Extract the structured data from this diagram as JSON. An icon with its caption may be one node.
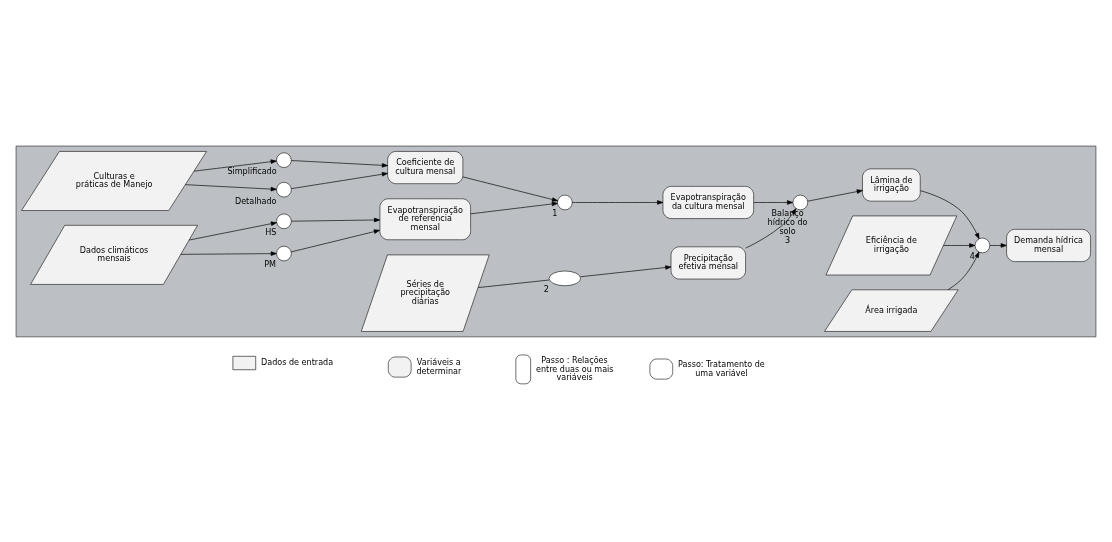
{
  "diagram": {
    "nodes": [
      {
        "text": [],
        "shape": "box"
      },
      {
        "text": [
          "Dados climáticos mensais"
        ],
        "in": 0
      },
      {
        "text": [],
        "shape": "circle",
        "beside": [
          "PM"
        ],
        "in": 0
      },
      {
        "text": [],
        "shape": "circle",
        "beside": [
          "HS"
        ],
        "in": 0
      },
      {
        "text": [
          "Evapotranspiração de referencia mensal"
        ],
        "in": 0
      },
      {
        "text": [
          "Culturas e práticas de Manejo"
        ],
        "in": 0
      },
      {
        "text": [],
        "shape": "circle",
        "beside": [
          "Detalhado"
        ],
        "in": 0
      },
      {
        "text": [],
        "shape": "circle",
        "beside": [
          "Simplificado"
        ],
        "in": 0
      },
      {
        "text": [
          "Coeficiente de cultura mensal"
        ],
        "in": 0
      },
      {
        "text": [],
        "shape": "circle",
        "beside": [
          "1"
        ],
        "in": 0
      },
      {
        "text": [
          "Evapotranspiração da cultura mensal"
        ],
        "in": 0
      },
      {
        "text": [
          "Séries de precipitação diárias"
        ],
        "in": 0
      },
      {
        "text": [],
        "shape": "ellipse",
        "beside": [
          "2"
        ],
        "in": 0
      },
      {
        "text": [
          "Precipitação efetiva mensal"
        ],
        "in": 0
      },
      {
        "text": [],
        "shape": "circle",
        "beside": [
          "Balanço hídrico do solo",
          "3"
        ],
        "in": 0
      },
      {
        "text": [
          "Lâmina de irrigação"
        ],
        "in": 0
      },
      {
        "text": [
          "Eficiência de irrigação"
        ],
        "in": 0
      },
      {
        "text": [],
        "shape": "circle",
        "beside": [
          "4"
        ],
        "in": 0
      },
      {
        "text": [
          "Área irrigada"
        ],
        "in": 0
      },
      {
        "text": [
          "Demanda hídrica mensal"
        ],
        "in": 0
      }
    ],
    "edges": [
      {
        "from": 1,
        "to": 2,
        "arrow": "to"
      },
      {
        "from": 1,
        "to": 3,
        "arrow": "to"
      },
      {
        "from": 2,
        "to": 4,
        "arrow": "to"
      },
      {
        "from": 3,
        "to": 4,
        "arrow": "to"
      },
      {
        "from": 5,
        "to": 6,
        "arrow": "to"
      },
      {
        "from": 5,
        "to": 7,
        "arrow": "to"
      },
      {
        "from": 6,
        "to": 8,
        "arrow": "to"
      },
      {
        "from": 7,
        "to": 8,
        "arrow": "to"
      },
      {
        "from": 4,
        "to": 9,
        "arrow": "to"
      },
      {
        "from": 8,
        "to": 9,
        "arrow": "to"
      },
      {
        "from": 9,
        "to": 10,
        "arrow": "to"
      },
      {
        "from": 11,
        "to": 12,
        "arrow": "none"
      },
      {
        "from": 12,
        "to": 13,
        "arrow": "to"
      },
      {
        "from": 10,
        "to": 14,
        "arrow": "to"
      },
      {
        "from": 13,
        "to": 14,
        "arrow": "to"
      },
      {
        "from": 14,
        "to": 15,
        "arrow": "to"
      },
      {
        "from": 15,
        "to": 17,
        "arrow": "to"
      },
      {
        "from": 16,
        "to": 17,
        "arrow": "to"
      },
      {
        "from": 18,
        "to": 17,
        "arrow": "to"
      },
      {
        "from": 17,
        "to": 19,
        "arrow": "to"
      }
    ],
    "legend": [
      {
        "text": "Dados de entrada"
      },
      {
        "text": "Variáveis a determinar"
      },
      {
        "text": "Passo : Relações entre duas ou mais variáveis"
      },
      {
        "text": "Passo: Tratamento de uma variável"
      }
    ]
  }
}
